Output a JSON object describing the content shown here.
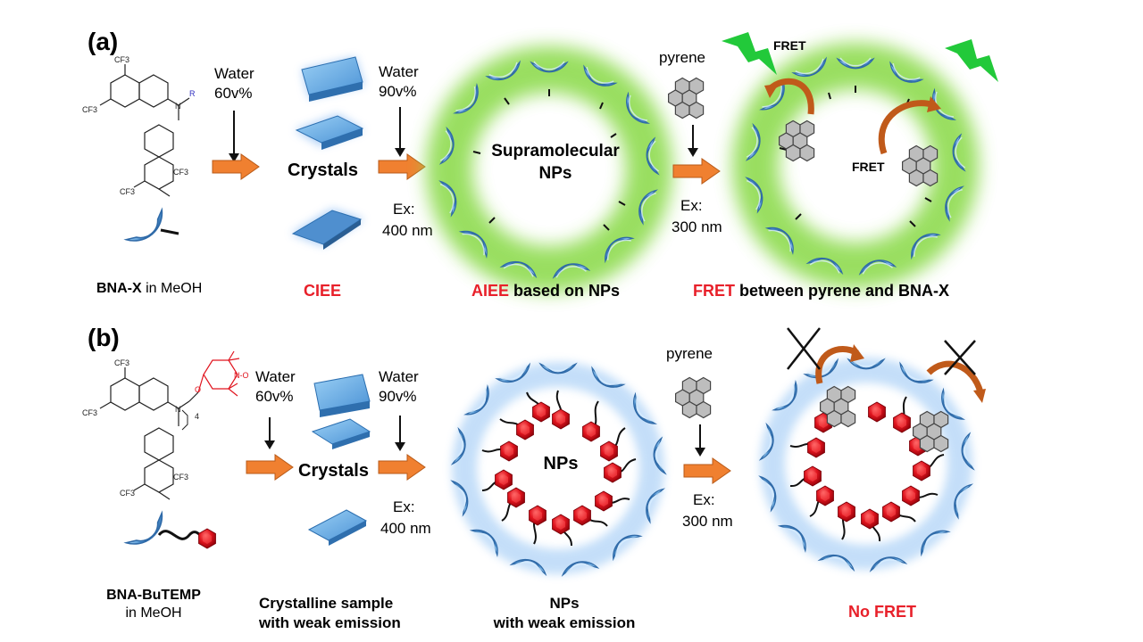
{
  "panel_a": {
    "label": "(a)",
    "step1": {
      "reagent": "Water",
      "amount": "60v%"
    },
    "step2": {
      "product": "Crystals",
      "reagent": "Water",
      "amount": "90v%",
      "ex_label": "Ex:",
      "ex_value": "400 nm"
    },
    "np_label_line1": "Supramolecular",
    "np_label_line2": "NPs",
    "step3": {
      "reagent": "pyrene",
      "ex_label": "Ex:",
      "ex_value": "300 nm"
    },
    "fret_label": "FRET",
    "captions": {
      "molecule_bold": "BNA-X",
      "molecule_rest": " in MeOH",
      "ciee": "CIEE",
      "aiee_red": "AIEE",
      "aiee_rest": " based on NPs",
      "fret_red": "FRET",
      "fret_rest": " between pyrene and BNA-X"
    },
    "chem": {
      "cf3": "CF3",
      "n": "N",
      "r": "R"
    }
  },
  "panel_b": {
    "label": "(b)",
    "step1": {
      "reagent": "Water",
      "amount": "60v%"
    },
    "step2": {
      "product": "Crystals",
      "reagent": "Water",
      "amount": "90v%",
      "ex_label": "Ex:",
      "ex_value": "400 nm"
    },
    "np_label": "NPs",
    "step3": {
      "reagent": "pyrene",
      "ex_label": "Ex:",
      "ex_value": "300 nm"
    },
    "captions": {
      "molecule_line1": "BNA-BuTEMP",
      "molecule_line2": "in MeOH",
      "crystal_line1": "Crystalline sample",
      "crystal_line2": "with weak emission",
      "np_line1": "NPs",
      "np_line2": "with weak emission",
      "nofret": "No FRET"
    },
    "chem": {
      "cf3": "CF3",
      "n": "N",
      "o": "O",
      "no": "N-O",
      "sub4": "4"
    }
  },
  "colors": {
    "arrow_orange": "#F08030",
    "unit_blue": "#4A90D0",
    "glow_green": "#8EDB50",
    "caption_red": "#E8202A",
    "temp_red": "#E0141E",
    "bolt_green": "#22C93A",
    "fret_arrow": "#C05A1A"
  }
}
